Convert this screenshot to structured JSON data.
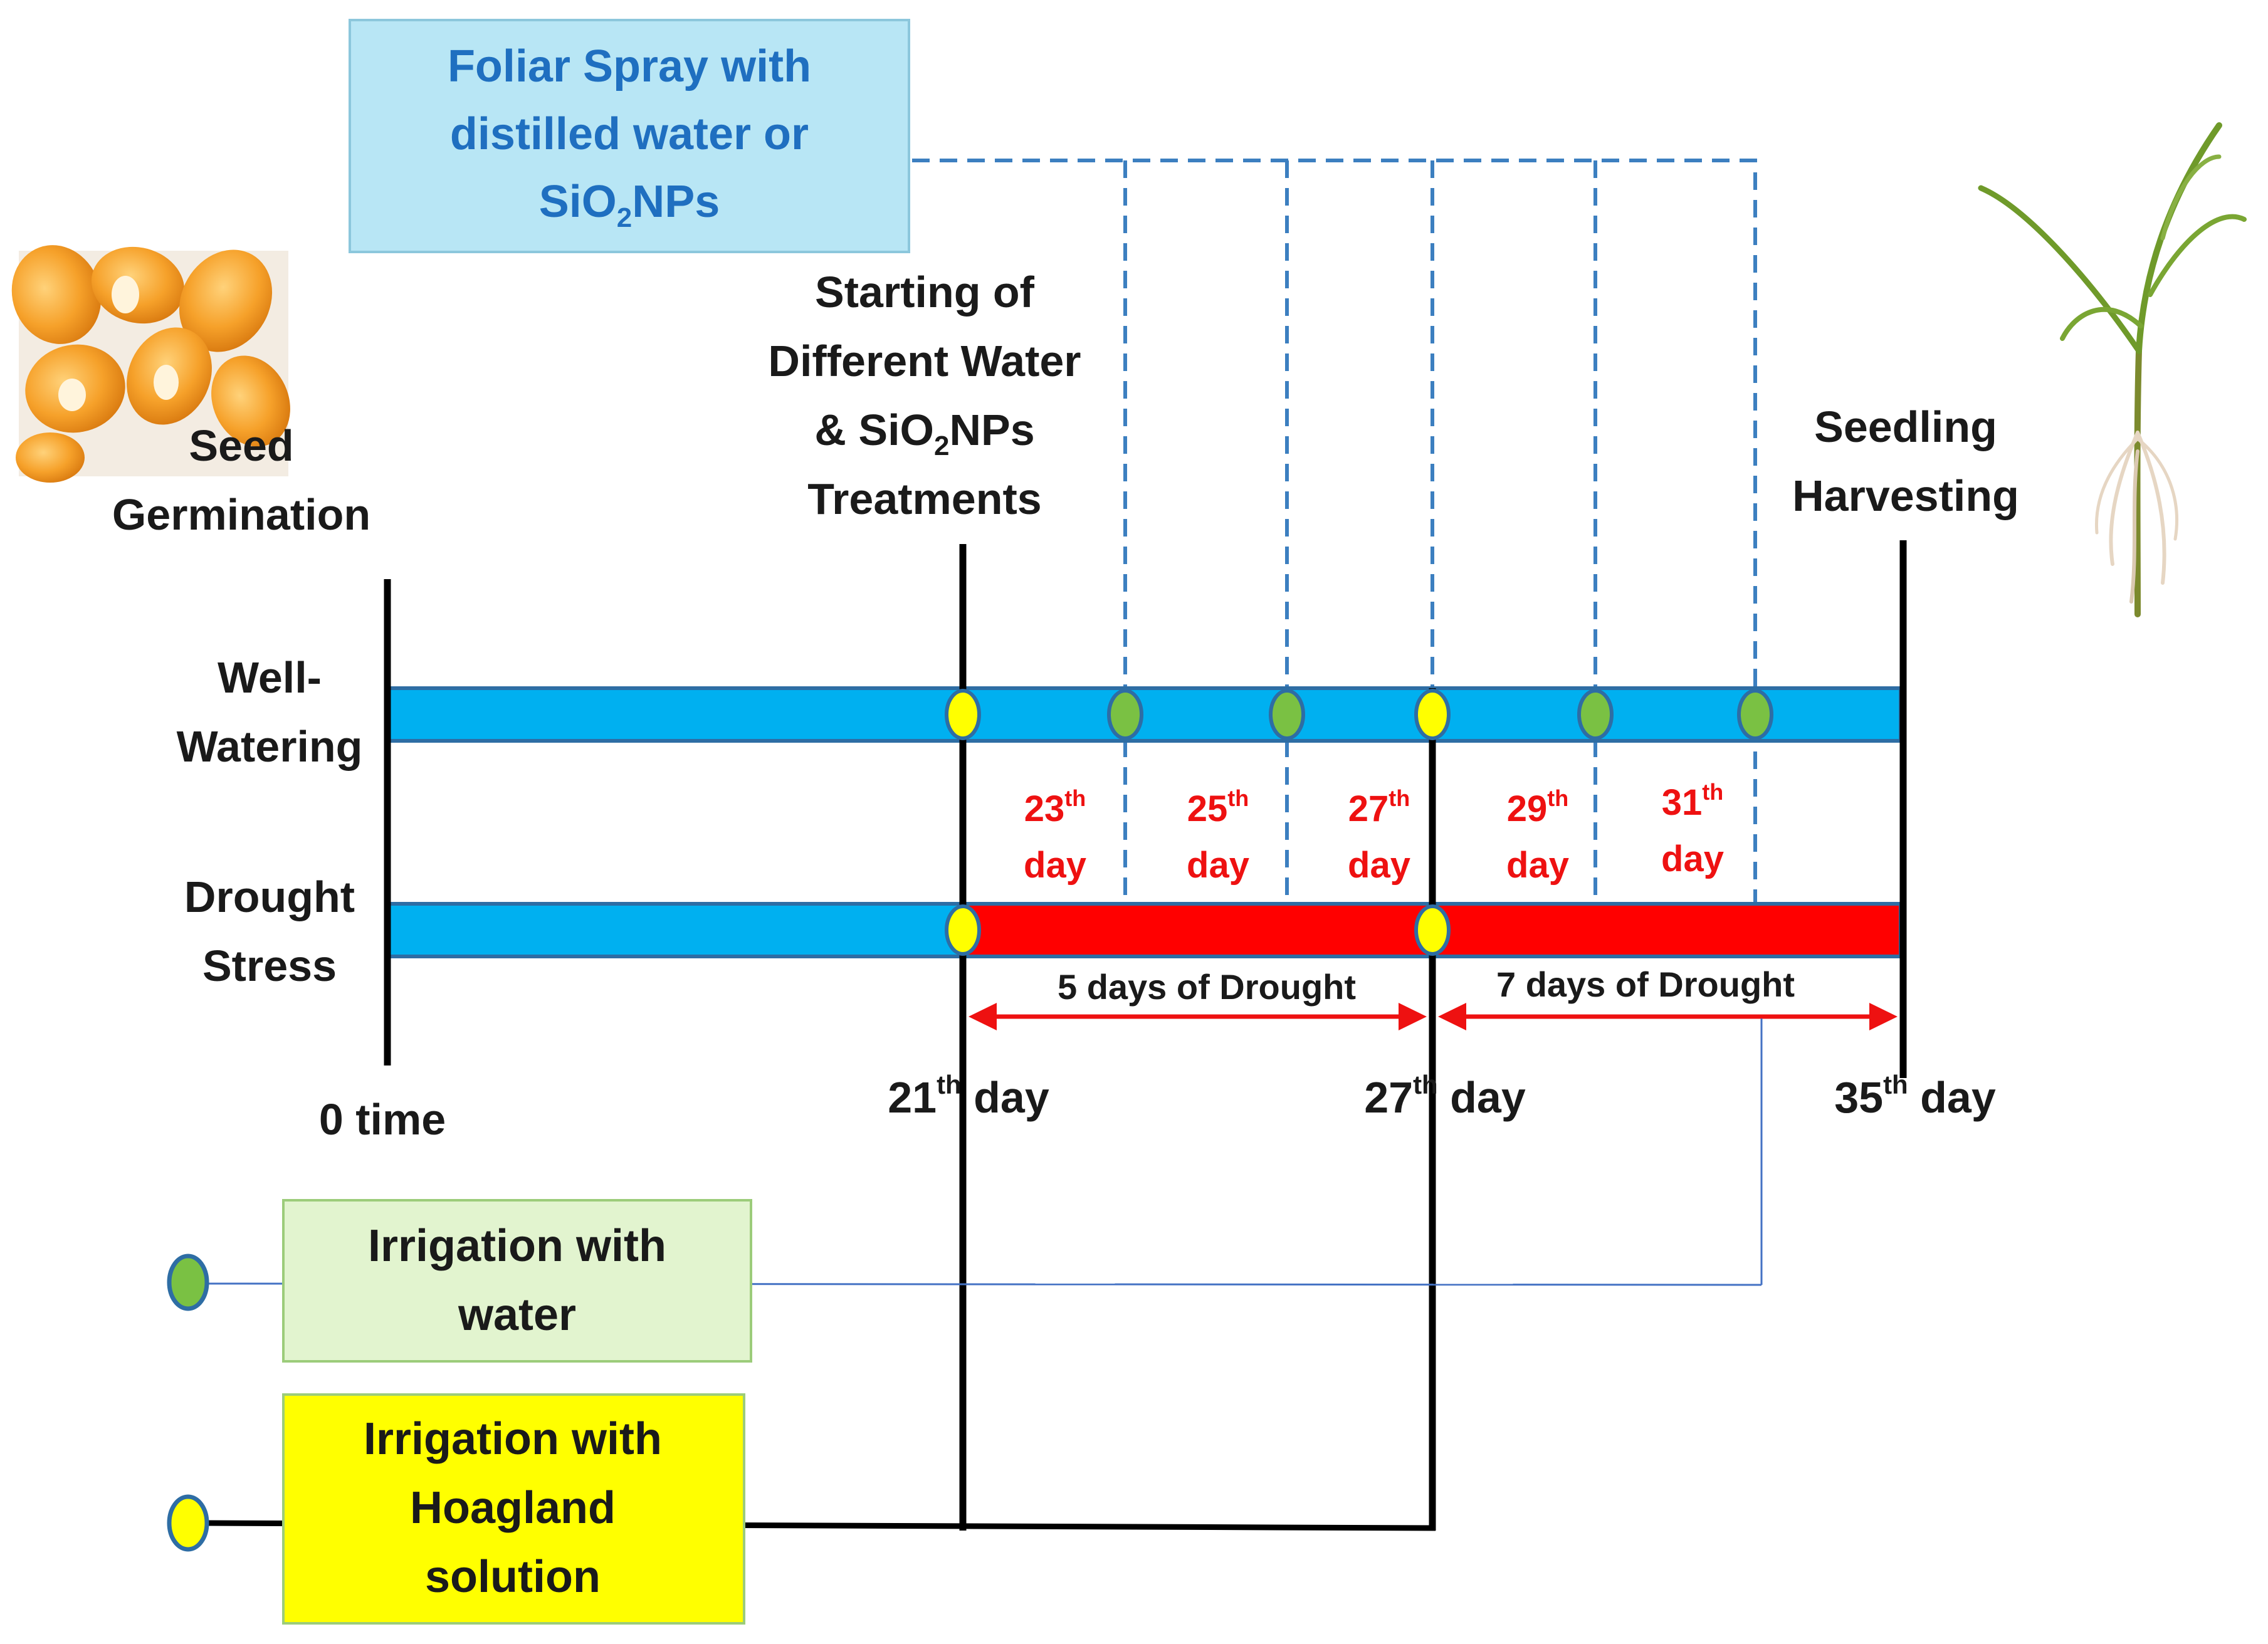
{
  "colors": {
    "water_bar": "#00b0f0",
    "drought_bar": "#ff0000",
    "bar_border": "#2e6da4",
    "yellow_marker": "#ffff00",
    "green_marker": "#7ac143",
    "foliar_box": "#b8e6f5",
    "foliar_text": "#1f6fc0",
    "irrigation_water_box": "#e2f4cf",
    "irrigation_hoagland_box": "#ffff00",
    "red_arrow": "#ee1111",
    "dashed_line": "#3c7fc0"
  },
  "foliar_box": {
    "line1": "Foliar Spray with",
    "line2": "distilled water or",
    "line3_prefix": "SiO",
    "line3_sub": "2",
    "line3_suffix": "NPs"
  },
  "stages": {
    "seed_germination": {
      "line1": "Seed",
      "line2": "Germination",
      "image": "corn-seeds-image"
    },
    "start_treatments": {
      "line1": "Starting of",
      "line2": "Different Water",
      "line3_prefix": "& SiO",
      "line3_sub": "2",
      "line3_suffix": "NPs",
      "line4": "Treatments"
    },
    "seedling_harvesting": {
      "line1": "Seedling",
      "line2": "Harvesting",
      "image": "corn-seedling-image"
    }
  },
  "rows": {
    "well_watering": {
      "line1": "Well-",
      "line2": "Watering"
    },
    "drought_stress": {
      "line1": "Drought",
      "line2": "Stress"
    }
  },
  "spray_days": [
    {
      "num": "23",
      "sup": "th",
      "word": "day"
    },
    {
      "num": "25",
      "sup": "th",
      "word": "day"
    },
    {
      "num": "27",
      "sup": "th",
      "word": "day"
    },
    {
      "num": "29",
      "sup": "th",
      "word": "day"
    },
    {
      "num": "31",
      "sup": "th",
      "word": "day"
    }
  ],
  "drought_periods": {
    "first": "5 days of Drought",
    "second": "7 days of Drought"
  },
  "timeline": {
    "t0": "0 time",
    "t21": {
      "num": "21",
      "sup": "th",
      "word": " day"
    },
    "t27": {
      "num": "27",
      "sup": "th",
      "word": " day"
    },
    "t35": {
      "num": "35",
      "sup": "th",
      "word": " day"
    }
  },
  "legend": {
    "irrigation_water": {
      "line1": "Irrigation with",
      "line2": "water"
    },
    "irrigation_hoagland": {
      "line1": "Irrigation with",
      "line2": "Hoagland",
      "line3": "solution"
    }
  }
}
